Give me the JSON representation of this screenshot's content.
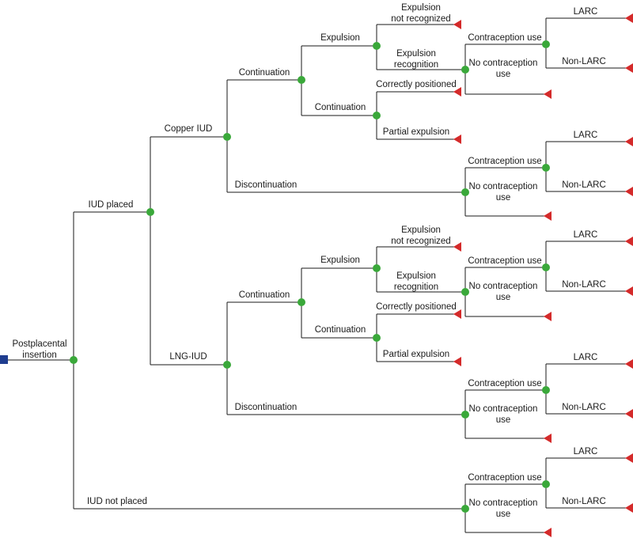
{
  "colors": {
    "decision": "#1f3d8f",
    "chance": "#3aa83a",
    "terminal": "#d42a2a",
    "line": "#1a1a1a"
  },
  "labels": {
    "root": [
      "Postplacental",
      "insertion"
    ],
    "iud_placed": "IUD placed",
    "iud_not_placed": "IUD not placed",
    "copper_iud": "Copper IUD",
    "lng_iud": "LNG-IUD",
    "continuation": "Continuation",
    "discontinuation": "Discontinuation",
    "expulsion": "Expulsion",
    "expulsion_not_recognized": [
      "Expulsion",
      "not recognized"
    ],
    "expulsion_recognition": [
      "Expulsion",
      "recognition"
    ],
    "correctly_positioned": "Correctly positioned",
    "partial_expulsion": "Partial expulsion",
    "contraception_use": "Contraception use",
    "no_contraception_use": [
      "No contraception",
      "use"
    ],
    "larc": "LARC",
    "non_larc": "Non-LARC"
  }
}
